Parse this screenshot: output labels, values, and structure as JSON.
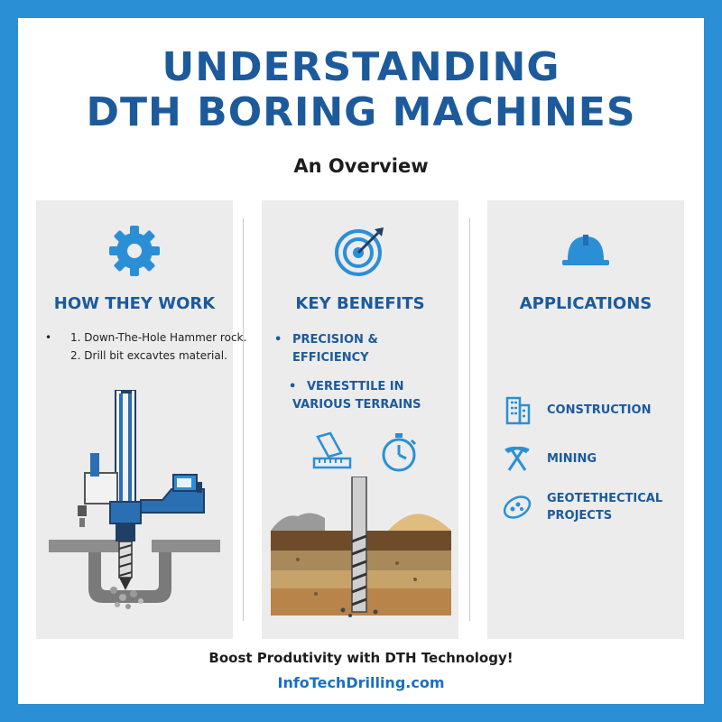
{
  "header": {
    "title_line1": "UNDERSTANDING",
    "title_line2": "DTH BORING MACHINES",
    "subtitle": "An Overview"
  },
  "panels": {
    "how": {
      "title": "HOW THEY WORK",
      "bullet": "•",
      "items": [
        "1. Down-The-Hole Hammer rock.",
        "2. Drill bit excavtes material."
      ],
      "icon": "gear-icon"
    },
    "benefits": {
      "title": "KEY BENEFITS",
      "items": [
        "PRECISION & EFFICIENCY",
        "VERESTTILE IN",
        "VARIOUS TERRAINS"
      ],
      "icons": [
        "target-icon",
        "ruler-icon",
        "stopwatch-icon"
      ]
    },
    "applications": {
      "title": "APPLICATIONS",
      "icon": "hard-hat-icon",
      "items": [
        {
          "label": "CONSTRUCTION",
          "icon": "building-icon"
        },
        {
          "label": "MINING",
          "icon": "pickaxe-icon"
        },
        {
          "label_line1": "GEOTETHECTICAL",
          "label_line2": "PROJECTS",
          "icon": "geology-icon"
        }
      ]
    }
  },
  "footer": {
    "tagline": "Boost Produtivity with DTH Technology!",
    "website": "InfoTechDrilling.com"
  },
  "colors": {
    "border": "#2b8fd6",
    "accent": "#1c5a9c",
    "icon_blue": "#2b8fd6",
    "panel_bg": "#ececec"
  }
}
